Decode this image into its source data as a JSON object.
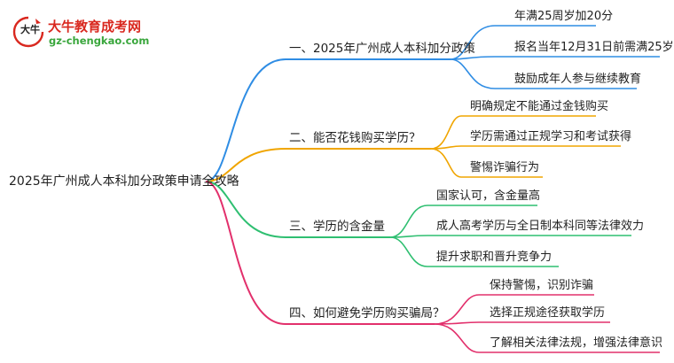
{
  "logo": {
    "name": "大牛教育成考网",
    "url": "gz-chengkao.com",
    "mark_text": "大牛"
  },
  "colors": {
    "blue": "#2f8de4",
    "orange": "#f0a500",
    "green": "#2fbf71",
    "pink": "#e2306c"
  },
  "root": {
    "label": "2025年广州成人本科加分政策申请全攻略"
  },
  "branches": [
    {
      "label": "一、2025年广州成人本科加分政策",
      "color": "blue",
      "leaves": [
        "年满25周岁加20分",
        "报名当年12月31日前需满25岁",
        "鼓励成年人参与继续教育"
      ]
    },
    {
      "label": "二、能否花钱购买学历？",
      "color": "orange",
      "leaves": [
        "明确规定不能通过金钱购买",
        "学历需通过正规学习和考试获得",
        "警惕诈骗行为"
      ]
    },
    {
      "label": "三、学历的含金量",
      "color": "green",
      "leaves": [
        "国家认可，含金量高",
        "成人高考学历与全日制本科同等法律效力",
        "提升求职和晋升竞争力"
      ]
    },
    {
      "label": "四、如何避免学历购买骗局？",
      "color": "pink",
      "leaves": [
        "保持警惕，识别诈骗",
        "选择正规途径获取学历",
        "了解相关法律法规，增强法律意识"
      ]
    }
  ]
}
